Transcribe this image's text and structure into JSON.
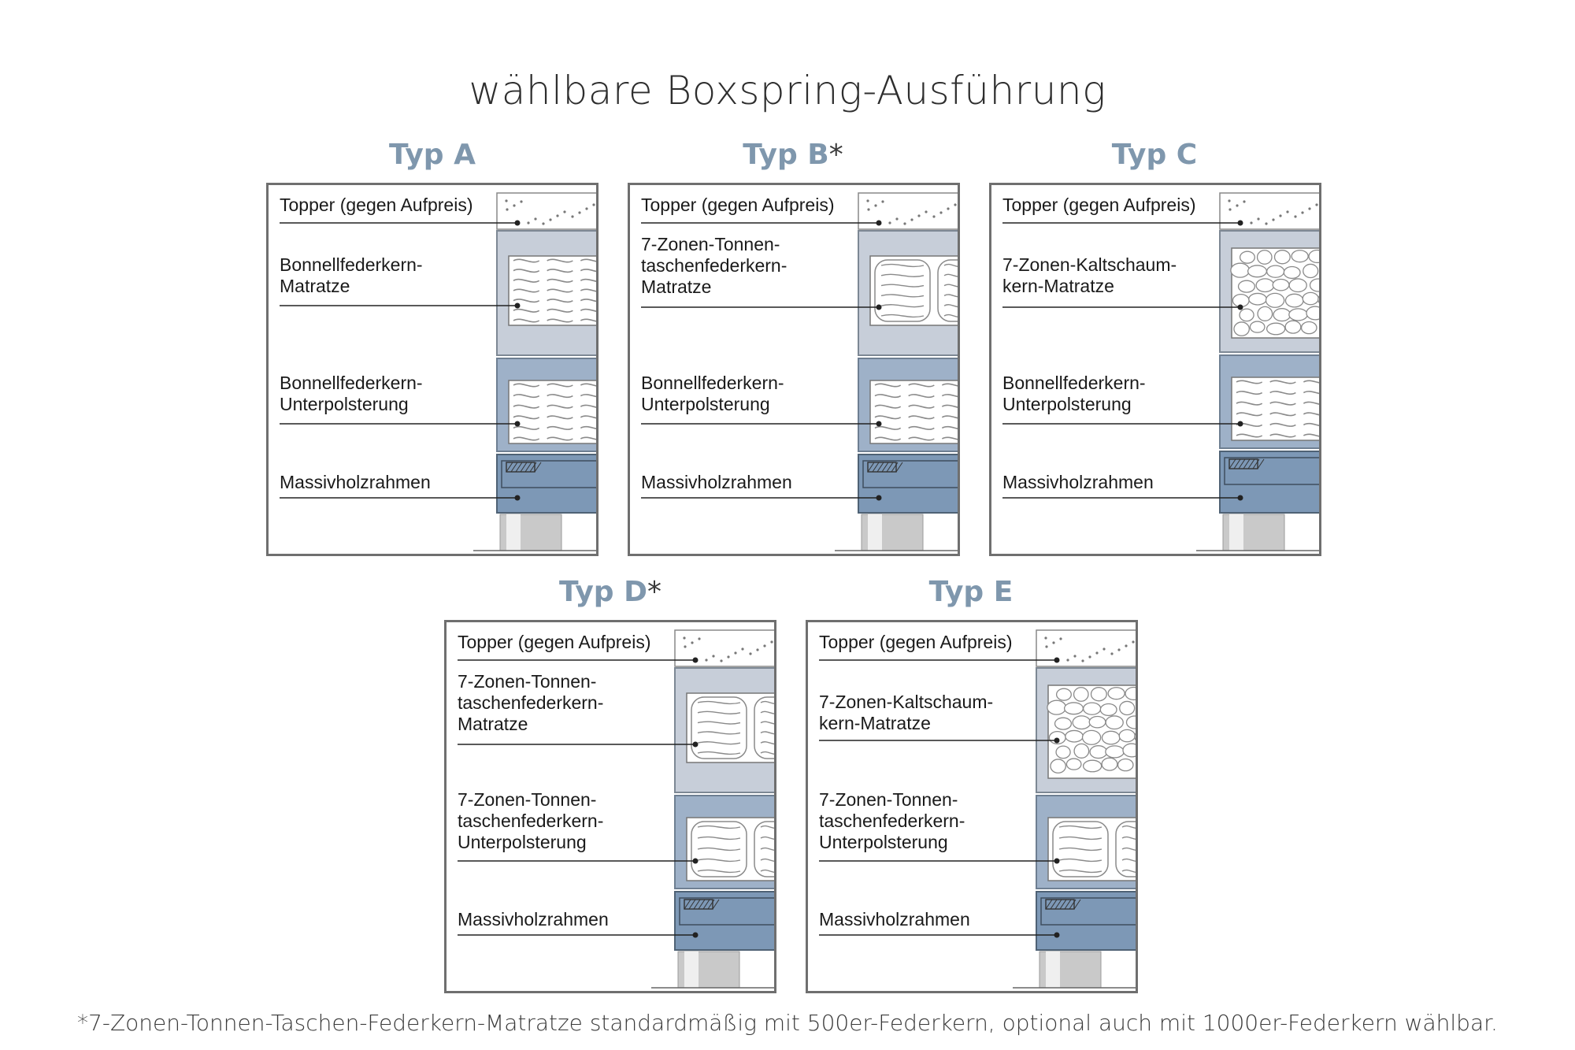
{
  "title": "wählbare Boxspring-Ausführung",
  "footnote": "*7-Zonen-Tonnen-Taschen-Federkern-Matratze standardmäßig mit 500er-Federkern, optional auch mit 1000er-Federkern wählbar.",
  "colors": {
    "title_blue": "#7f97ad",
    "mattress_light": "#c7ced9",
    "mattress_mid": "#9eb1c8",
    "frame_blue": "#7d98b6",
    "foot_silver": "#c9c9c9",
    "panel_border": "#6f6f6f"
  },
  "types": [
    {
      "name": "Typ A",
      "star": "",
      "layers": {
        "topper": "Topper (gegen Aufpreis)",
        "mattress": "Bonnellfederkern-\nMatratze",
        "underlay": "Bonnellfederkern-\nUnterpolsterung",
        "frame": "Massivholzrahmen"
      },
      "mattress_core": "bonnell",
      "underlay_core": "bonnell"
    },
    {
      "name": "Typ B",
      "star": "*",
      "layers": {
        "topper": "Topper (gegen Aufpreis)",
        "mattress": "7-Zonen-Tonnen-\ntaschenfederkern-\nMatratze",
        "underlay": "Bonnellfederkern-\nUnterpolsterung",
        "frame": "Massivholzrahmen"
      },
      "mattress_core": "pocket",
      "underlay_core": "bonnell"
    },
    {
      "name": "Typ C",
      "star": "",
      "layers": {
        "topper": "Topper (gegen Aufpreis)",
        "mattress": "7-Zonen-Kaltschaum-\nkern-Matratze",
        "underlay": "Bonnellfederkern-\nUnterpolsterung",
        "frame": "Massivholzrahmen"
      },
      "mattress_core": "foam",
      "underlay_core": "bonnell"
    },
    {
      "name": "Typ D",
      "star": "*",
      "layers": {
        "topper": "Topper (gegen Aufpreis)",
        "mattress": "7-Zonen-Tonnen-\ntaschenfederkern-\nMatratze",
        "underlay": "7-Zonen-Tonnen-\ntaschenfederkern-\nUnterpolsterung",
        "frame": "Massivholzrahmen"
      },
      "mattress_core": "pocket",
      "underlay_core": "pocket"
    },
    {
      "name": "Typ E",
      "star": "",
      "layers": {
        "topper": "Topper (gegen Aufpreis)",
        "mattress": "7-Zonen-Kaltschaum-\nkern-Matratze",
        "underlay": "7-Zonen-Tonnen-\ntaschenfederkern-\nUnterpolsterung",
        "frame": "Massivholzrahmen"
      },
      "mattress_core": "foam",
      "underlay_core": "pocket"
    }
  ]
}
